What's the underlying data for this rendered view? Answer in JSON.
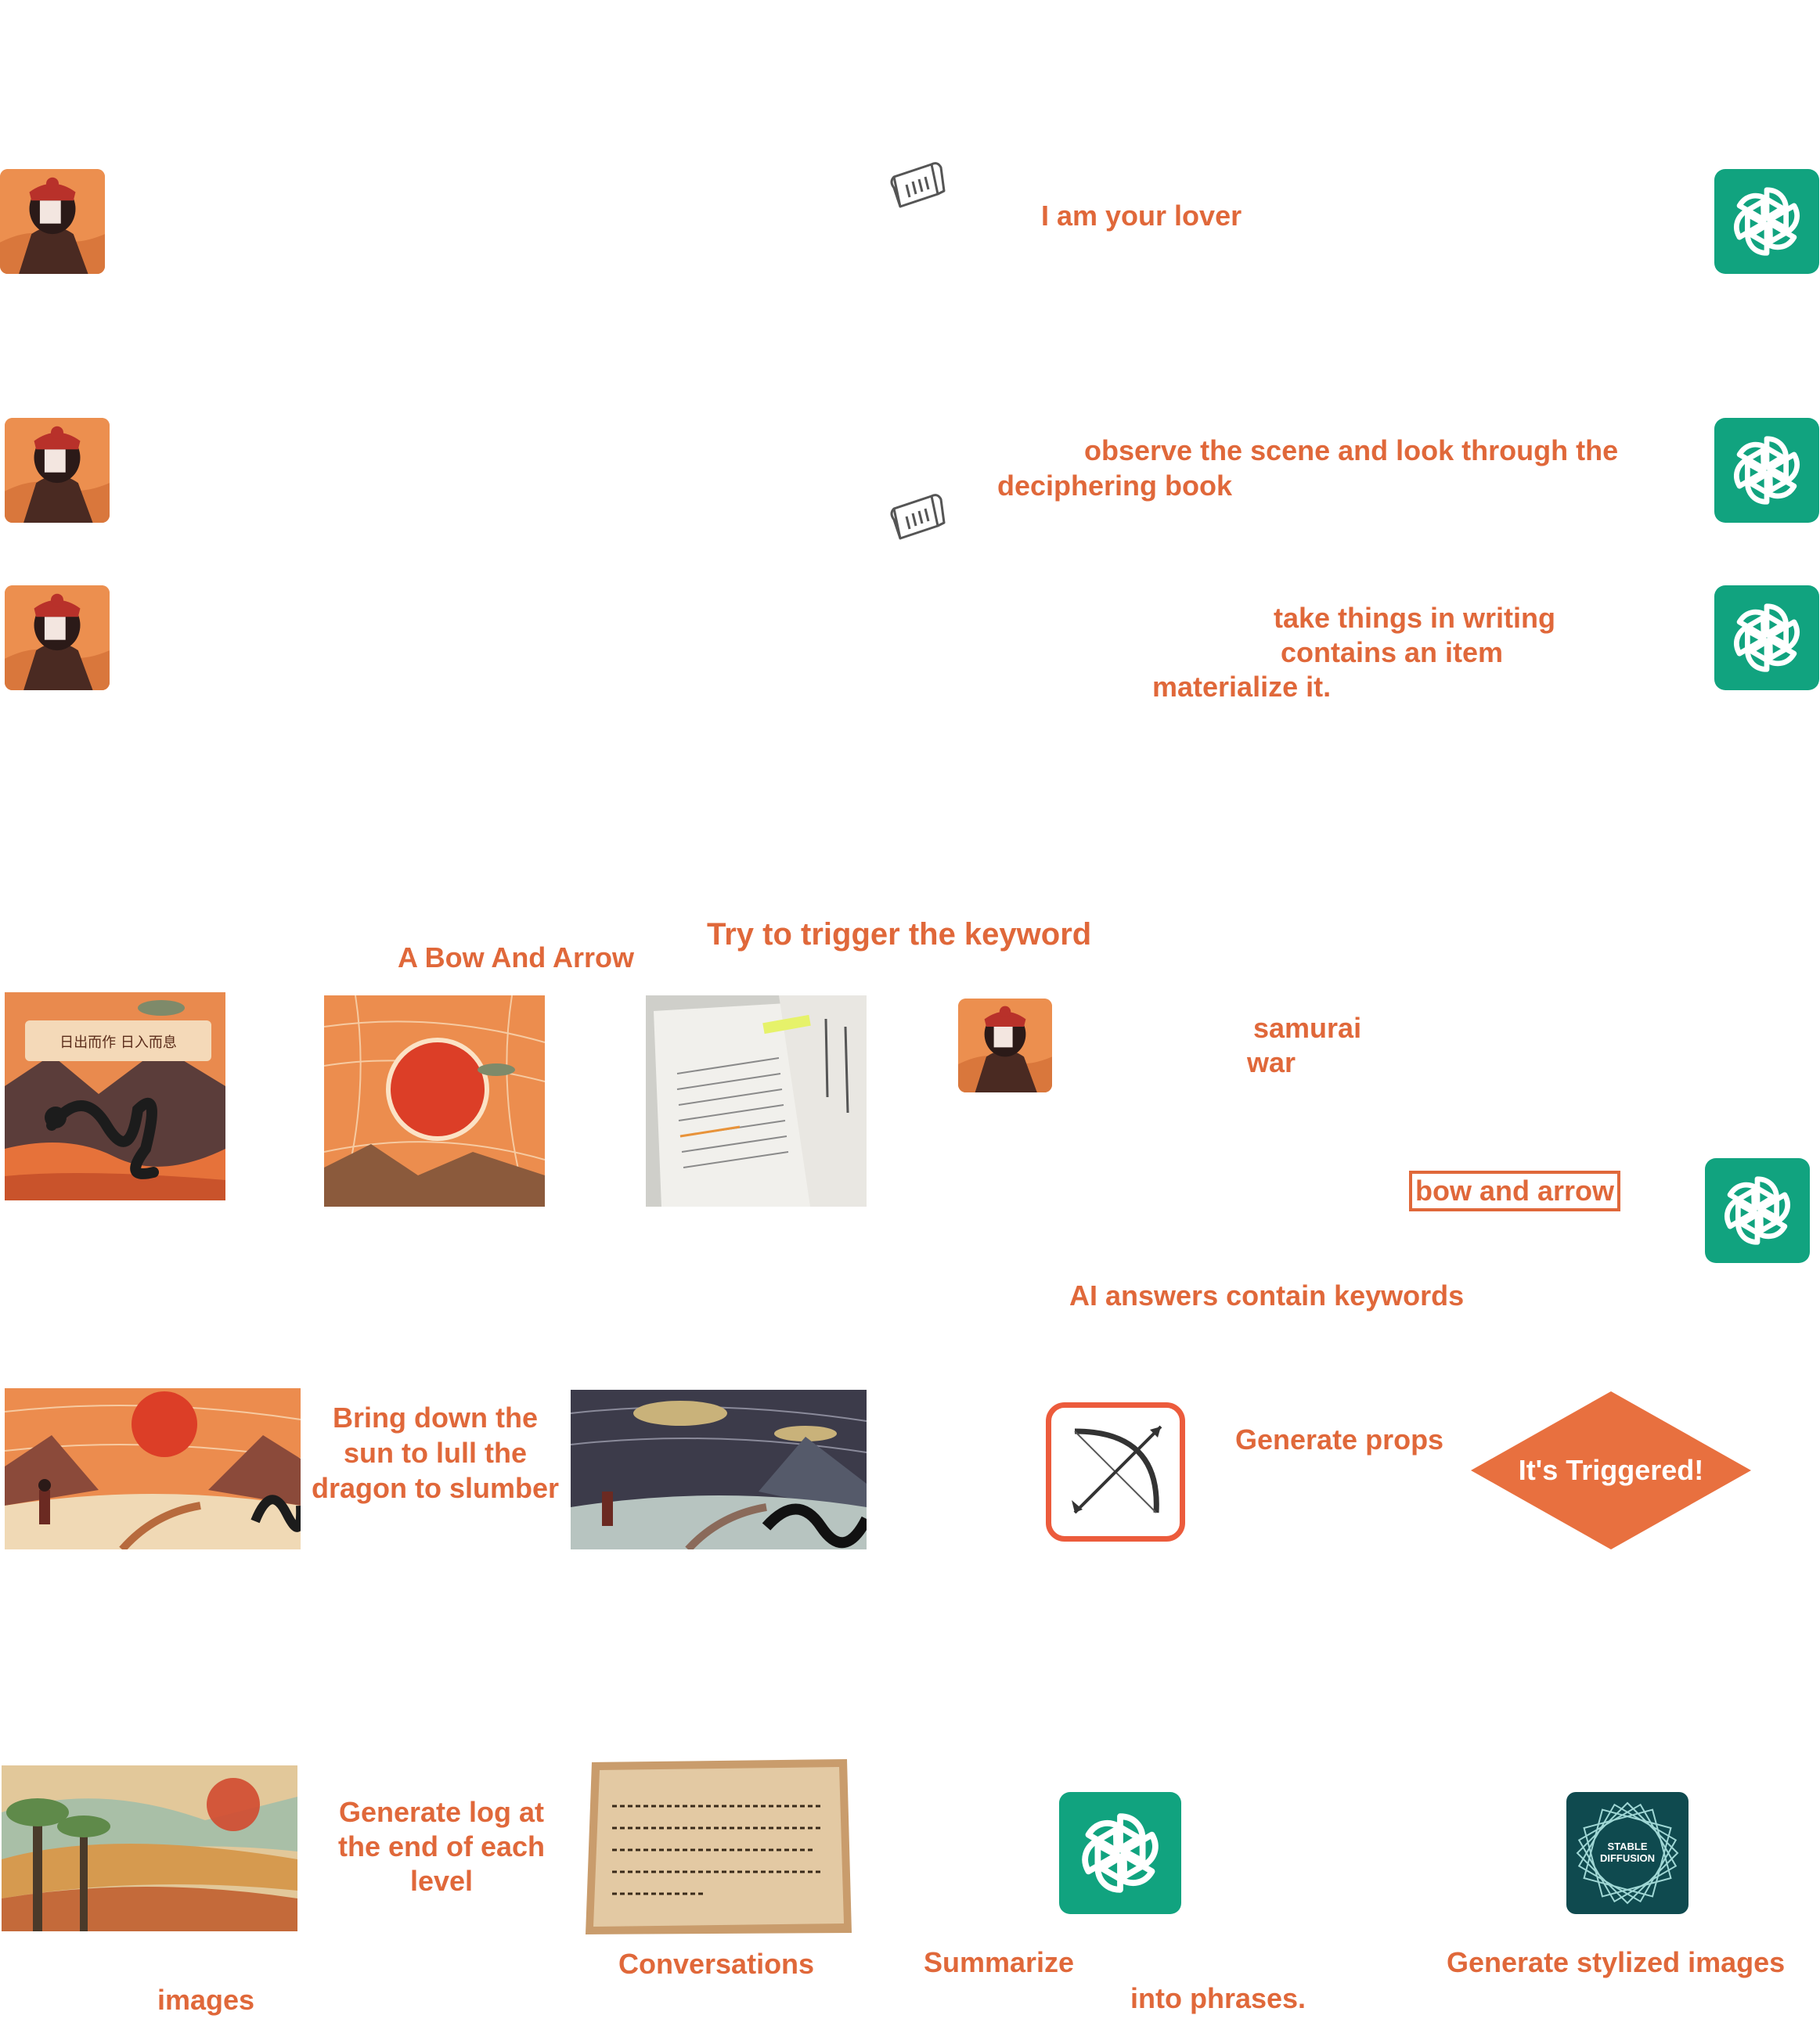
{
  "row1": {
    "message": "I am your lover"
  },
  "row2": {
    "line1": "observe the scene and look through the",
    "line2": "deciphering book"
  },
  "row3": {
    "line1": "take things in writing",
    "line2": "contains an item",
    "line3": "materialize it."
  },
  "section2": {
    "heading": "Try to trigger the keyword",
    "item_label": "A Bow And Arrow",
    "user_line1": "samurai",
    "user_line2": "war",
    "ai_keyword": "bow and arrow",
    "ai_note": "AI answers contain keywords"
  },
  "section3": {
    "line1": "Bring down the",
    "line2": "sun to lull the",
    "line3": "dragon to slumber",
    "generate_props": "Generate props",
    "triggered": "It's Triggered!"
  },
  "section4": {
    "log_line1": "Generate log at",
    "log_line2": "the end of each",
    "log_line3": "level",
    "images": "images",
    "conversations": "Conversations",
    "summarize": "Summarize",
    "into_phrases": "into phrases.",
    "stylized": "Generate stylized images",
    "sd_logo_line1": "STABLE",
    "sd_logo_line2": "DIFFUSION"
  },
  "panel_text": {
    "scroll_caption": "日出而作 日入而息"
  },
  "colors": {
    "accent": "#e0683a",
    "gpt_green": "#11a37f",
    "sd_teal": "#0f4a4f",
    "diamond": "#e8703f"
  },
  "icons": [
    "user-avatar-icon",
    "openai-logo-icon",
    "scroll-icon",
    "bow-arrow-icon",
    "stable-diffusion-logo-icon"
  ]
}
